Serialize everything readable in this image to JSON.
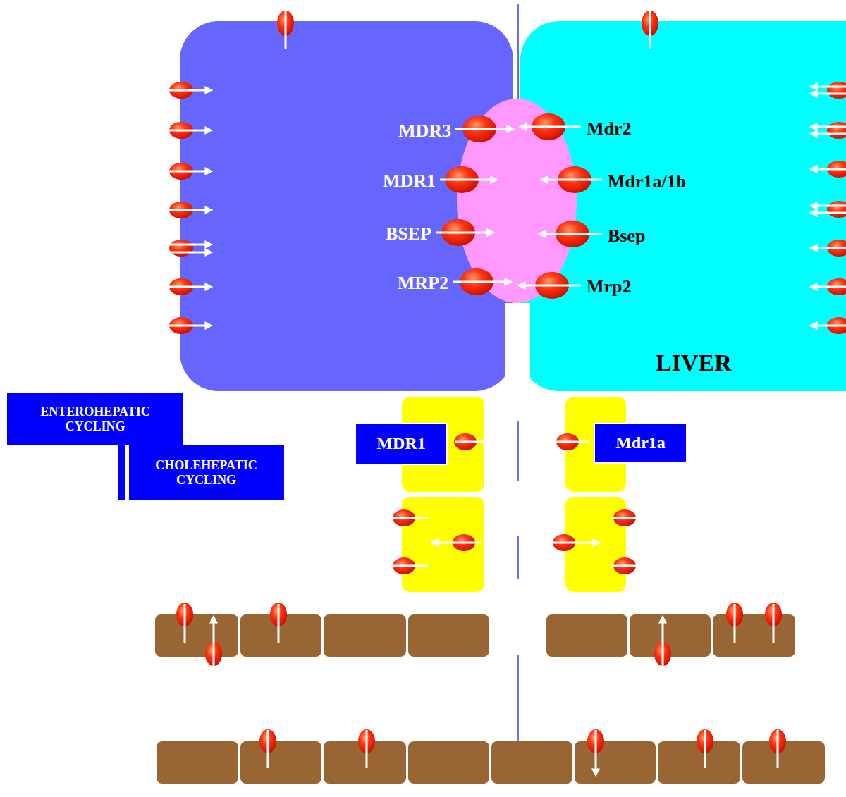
{
  "diagram": {
    "nodes": [
      {
        "text": [
          "MDR3",
          "MDR1",
          "BSEP",
          "MRP2"
        ]
      },
      {
        "text": [
          "Mdr2",
          "Mdr1a/1b",
          "Bsep",
          "Mrp2",
          "LIVER"
        ]
      },
      {
        "text": [
          "ENTEROHEPATIC CYCLING"
        ]
      },
      {
        "text": [
          "CHOLEHEPATIC CYCLING"
        ]
      },
      {
        "text": [
          "MDR1"
        ]
      },
      {
        "text": [
          "Mdr1a"
        ]
      }
    ]
  }
}
